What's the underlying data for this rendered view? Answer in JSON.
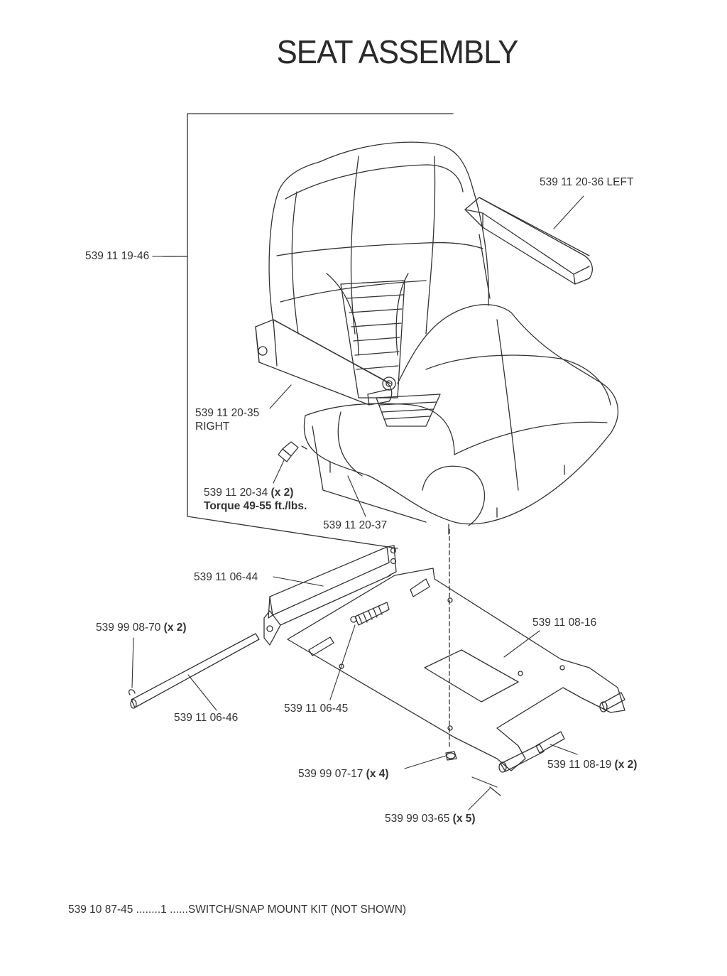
{
  "title": "SEAT ASSEMBLY",
  "callouts": {
    "seat_assembly": {
      "part": "539 11 19-46"
    },
    "armrest_left": {
      "part": "539 11 20-36",
      "side": "LEFT"
    },
    "armrest_right": {
      "part": "539 11 20-35",
      "side": "RIGHT"
    },
    "nut": {
      "part": "539 11 20-34",
      "qty": "(x 2)",
      "note": "Torque 49-55 ft./lbs."
    },
    "seat_bottom": {
      "part": "539 11 20-37"
    },
    "bracket": {
      "part": "539 11 06-44"
    },
    "clip": {
      "part": "539 99 08-70",
      "qty": "(x 2)"
    },
    "rod": {
      "part": "539 11 06-46"
    },
    "spring": {
      "part": "539 11 06-45"
    },
    "plate": {
      "part": "539 11 08-16"
    },
    "lock_nut": {
      "part": "539 99 07-17",
      "qty": "(x 4)"
    },
    "pin": {
      "part": "539 11 08-19",
      "qty": "(x 2)"
    },
    "cotter": {
      "part": "539 99 03-65",
      "qty": "(x 5)"
    }
  },
  "footer": {
    "part": "539 10 87-45",
    "dots1": "........",
    "qty": "1",
    "dots2": "......",
    "description": "SWITCH/SNAP MOUNT KIT (NOT SHOWN)"
  }
}
